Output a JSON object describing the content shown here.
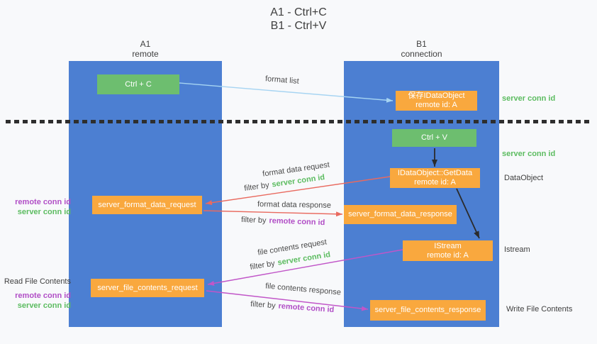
{
  "title": {
    "line1": "A1 - Ctrl+C",
    "line2": "B1 - Ctrl+V"
  },
  "lanes": {
    "left": {
      "name": "A1",
      "role": "remote"
    },
    "right": {
      "name": "B1",
      "role": "connection"
    }
  },
  "boxes": {
    "ctrl_c": {
      "label": "Ctrl + C"
    },
    "save_idataobject": {
      "line1": "保存IDataObject",
      "line2": "remote id: A"
    },
    "ctrl_v": {
      "label": "Ctrl + V"
    },
    "getdata": {
      "line1": "IDataObject::GetData",
      "line2": "remote id: A"
    },
    "istream": {
      "line1": "IStream",
      "line2": "remote id: A"
    },
    "format_request": {
      "label": "server_format_data_request"
    },
    "format_response": {
      "label": "server_format_data_response"
    },
    "file_request": {
      "label": "server_file_contents_request"
    },
    "file_response": {
      "label": "server_file_contents_response"
    }
  },
  "arrows": {
    "format_list": {
      "label": "format list"
    },
    "format_data_request": {
      "label": "format data request",
      "filter_prefix": "filter by",
      "filter_key": "server conn id"
    },
    "format_data_response": {
      "label": "format data response",
      "filter_prefix": "filter by",
      "filter_key": "remote conn id"
    },
    "file_contents_request": {
      "label": "file contents request",
      "filter_prefix": "filter by",
      "filter_key": "server conn id"
    },
    "file_contents_response": {
      "label": "file contents response",
      "filter_prefix": "filter by",
      "filter_key": "remote conn id"
    }
  },
  "margin_labels": {
    "left": {
      "format_remote_conn_id": "remote conn id",
      "format_server_conn_id": "server conn id",
      "read_file_contents": "Read File Contents",
      "file_remote_conn_id": "remote conn id",
      "file_server_conn_id": "server conn id"
    },
    "right": {
      "server_conn_id_top": "server conn id",
      "server_conn_id_mid": "server conn id",
      "dataobject": "DataObject",
      "istream": "Istream",
      "write_file_contents": "Write File Contents"
    }
  },
  "colors": {
    "lane_blue": "#4c7fd2",
    "box_green": "#6dbe6f",
    "box_orange": "#f9a83e",
    "arrow_red": "#e96a5f",
    "arrow_magenta": "#c156c8",
    "arrow_lightblue": "#a6d4f2",
    "arrow_black": "#2b2b2b",
    "text_green": "#5cbc60",
    "text_purple": "#b14ec6",
    "text_dark": "#4a4a4a"
  }
}
